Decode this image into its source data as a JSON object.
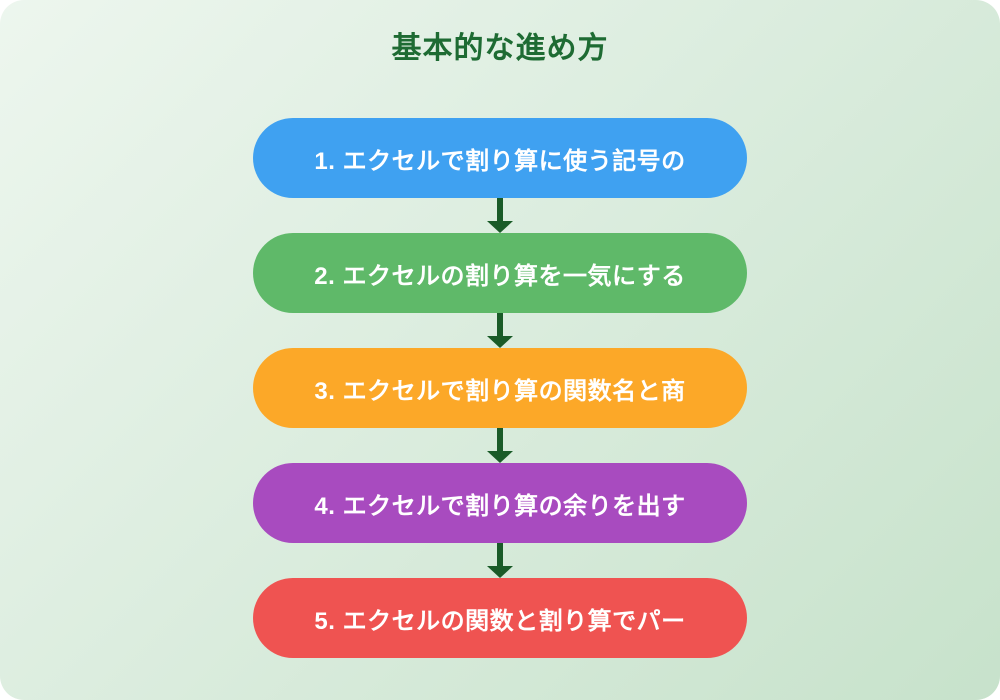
{
  "title": "基本的な進め方",
  "colors": {
    "title": "#1E6B33",
    "arrow": "#1A5B28",
    "background_start": "#EDF6EE",
    "background_end": "#C7E2CB"
  },
  "steps": [
    {
      "label": "1. エクセルで割り算に使う記号の",
      "color": "#3FA1F1"
    },
    {
      "label": "2. エクセルの割り算を一気にする",
      "color": "#5FB969"
    },
    {
      "label": "3. エクセルで割り算の関数名と商",
      "color": "#FCA828"
    },
    {
      "label": "4. エクセルで割り算の余りを出す",
      "color": "#A84BBF"
    },
    {
      "label": "5. エクセルの関数と割り算でパー",
      "color": "#EF5351"
    }
  ]
}
